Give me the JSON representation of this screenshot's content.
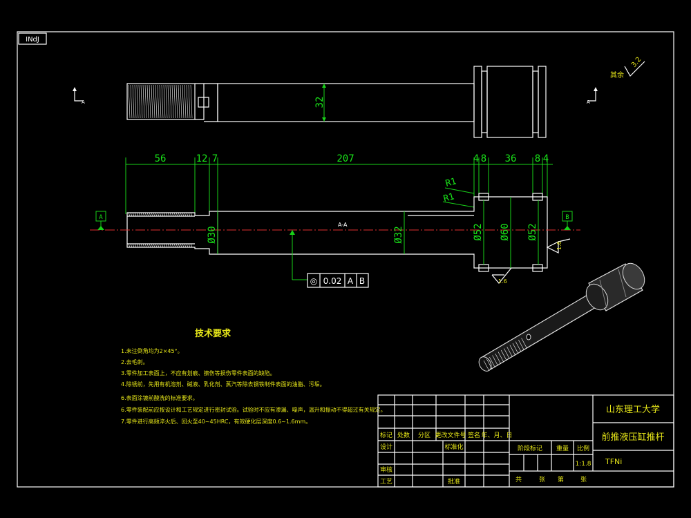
{
  "frame": {
    "tag": "INdJ"
  },
  "dimensions": {
    "top_len": [
      "56",
      "12",
      "7",
      "207",
      "4",
      "8",
      "36",
      "8",
      "4"
    ],
    "radii": [
      "R1",
      "R1"
    ],
    "diameters": [
      "32",
      "Ø30",
      "Ø32",
      "Ø52",
      "Ø60",
      "Ø52"
    ],
    "section_label": "A-A",
    "datum_a": "A",
    "datum_b": "B",
    "roughness": "1.6",
    "roughness2": "1.6",
    "rest_roughness": "3.2",
    "rest_label": "其余",
    "view_marks": [
      "A",
      "A"
    ]
  },
  "tolerance": {
    "symbol": "◎",
    "value": "0.02",
    "ref1": "A",
    "ref2": "B"
  },
  "tech_req": {
    "title": "技术要求",
    "items": [
      "1.未注倒角均为2×45°。",
      "2.去毛刺。",
      "3.零件加工表面上，不应有划痕、擦伤等损伤零件表面的缺陷。",
      "4.除锈前，先用有机溶剂、碱液、乳化剂、蒸汽等除去钢铁制件表面的油脂、污垢。",
      "6.表面涂镀前酸洗的标准要求。",
      "6.零件装配前应按设计和工艺规定进行密封试验。试验时不应有渗漏、噪声，温升和振动不得超过有关规定。",
      "7.零件进行高频淬火后、回火至40~45HRC，有效硬化层深度0.6~1.6mm。"
    ]
  },
  "title_block": {
    "school": "山东理工大学",
    "part_name": "前推液压缸推杆",
    "material": "TFNi",
    "row_labels": [
      "标记",
      "处数",
      "分区",
      "更改文件号",
      "签名",
      "年、月、日"
    ],
    "designer": "设计",
    "standardized": "标准化",
    "stage_mark": "阶段标记",
    "weight": "重量",
    "scale_label": "比例",
    "scale": "1:1.8",
    "reviewer": "审核",
    "process": "工艺",
    "approve": "批准",
    "sheets": [
      "共",
      "张",
      "第",
      "张"
    ]
  }
}
